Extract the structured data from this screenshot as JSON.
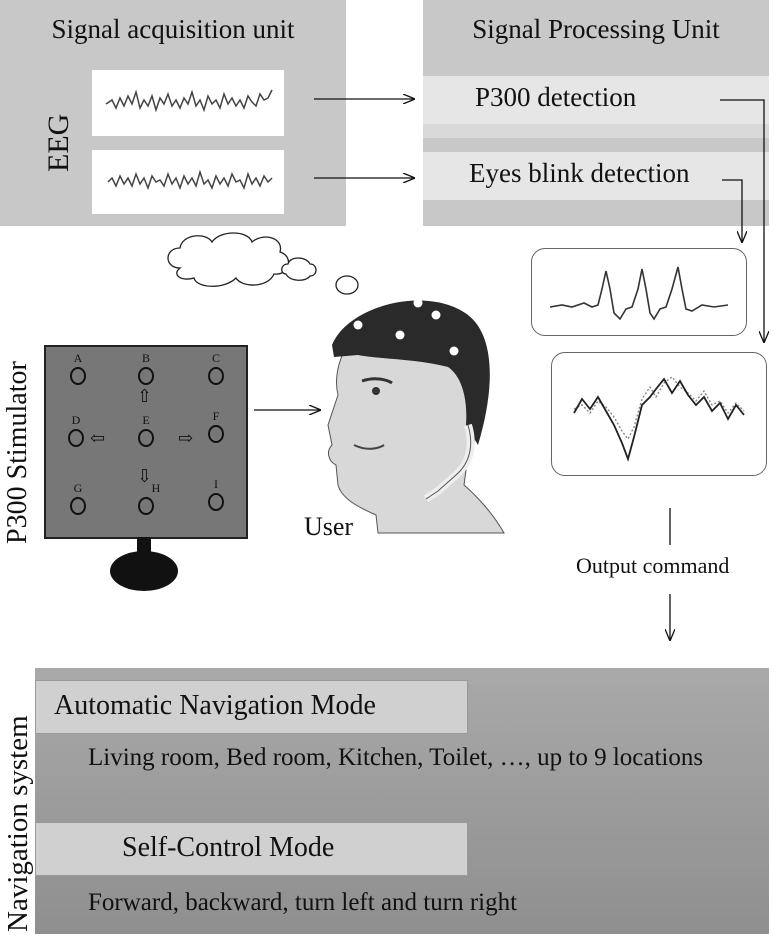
{
  "acquisition": {
    "title": "Signal acquisition unit",
    "eeg_label": "EEG"
  },
  "processing": {
    "title": "Signal Processing Unit",
    "p300_label": "P300 detection",
    "blink_label": "Eyes blink detection"
  },
  "stimulator": {
    "label": "P300 Stimulator",
    "cells": [
      "A",
      "B",
      "C",
      "D",
      "E",
      "F",
      "G",
      "H",
      "I"
    ]
  },
  "user": {
    "label": "User"
  },
  "output": {
    "label": "Output command"
  },
  "navigation": {
    "label": "Navigation system",
    "auto_mode": {
      "title": "Automatic Navigation Mode",
      "description": "Living room, Bed room, Kitchen, Toilet, …, up to 9 locations"
    },
    "self_mode": {
      "title": "Self-Control Mode",
      "description": "Forward, backward, turn left and turn right"
    }
  },
  "colors": {
    "panel": "#c8c8c8",
    "nav_panel": "#9a9a9a",
    "cap": "#2a2a2a"
  }
}
